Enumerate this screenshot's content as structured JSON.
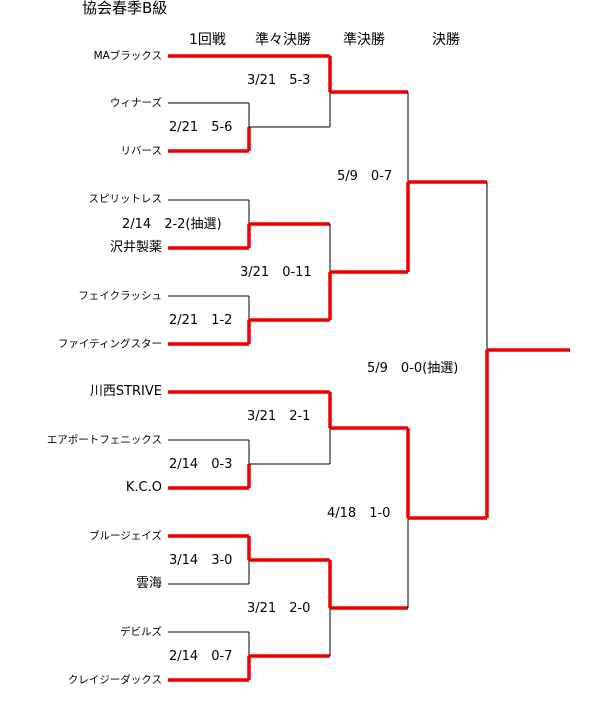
{
  "title": "協会春季B級",
  "round_headers": [
    "1回戦",
    "準々決勝",
    "準決勝",
    "決勝"
  ],
  "teams": [
    "MAブラックス",
    "ウィナーズ",
    "リバース",
    "スピリットレス",
    "沢井製薬",
    "フェイクラッシュ",
    "ファイティングスター",
    "川西STRIVE",
    "エアポートフェニックス",
    "K.C.O",
    "ブルージェイズ",
    "雲海",
    "デビルズ",
    "クレイジーダックス"
  ],
  "results": {
    "r1_winners_rivers": "2/21　5-6",
    "r1_spirit_sawai": "2/14　2-2(抽選)",
    "r1_fake_fighting": "2/21　1-2",
    "r1_airport_kco": "2/14　0-3",
    "r1_blue_unkai": "3/14　3-0",
    "r1_devils_crazy": "2/14　0-7",
    "qf_1": "3/21　5-3",
    "qf_2": "3/21　0-11",
    "qf_3": "3/21　2-1",
    "qf_4": "3/21　2-0",
    "sf_1": "5/9　0-7",
    "sf_2": "4/18　1-0",
    "final": "5/9　0-0(抽選)"
  },
  "colors": {
    "win_line": "#ee0000",
    "line": "#000000"
  }
}
